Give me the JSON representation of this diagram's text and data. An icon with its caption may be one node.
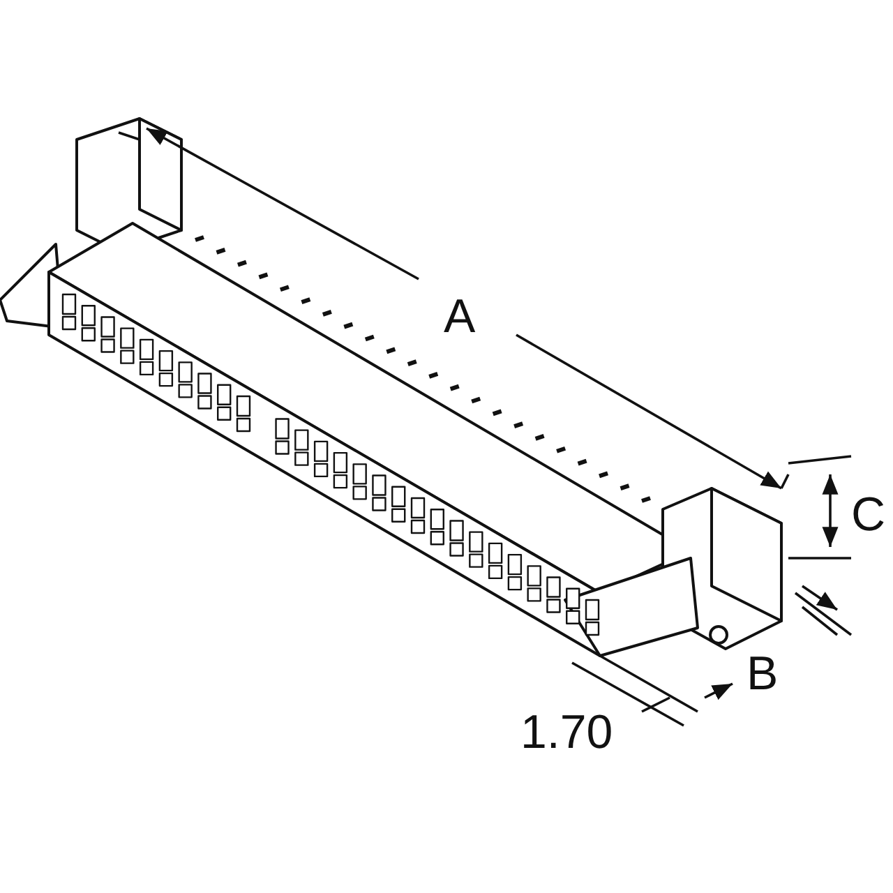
{
  "diagram": {
    "labels": [
      "A",
      "C",
      "B",
      "1.70"
    ]
  }
}
